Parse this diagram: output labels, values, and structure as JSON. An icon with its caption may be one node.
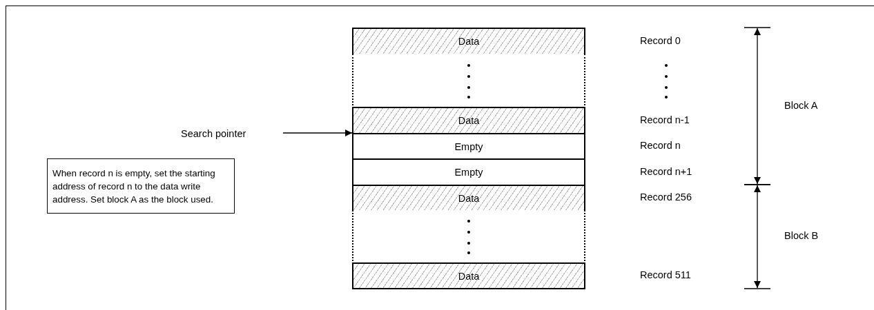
{
  "diagram": {
    "nodes": [
      {
        "text": [
          "Data"
        ]
      },
      {
        "text": [],
        "shape": "box"
      },
      {
        "text": [
          "Data"
        ]
      },
      {
        "text": [
          "Empty"
        ]
      },
      {
        "text": [
          "Empty"
        ]
      },
      {
        "text": [
          "Data"
        ]
      },
      {
        "text": [],
        "shape": "box"
      },
      {
        "text": [
          "Data"
        ]
      },
      {
        "text": [
          "Search pointer"
        ]
      },
      {
        "text": [
          "When record n is empty, set the starting address of record n to the data write address. Set block A as the block used."
        ]
      }
    ],
    "edges": [
      {
        "from": 8,
        "to": 3,
        "arrow": "to"
      }
    ],
    "labels": [
      "Record 0",
      "Record n-1",
      "Record n",
      "Record n+1",
      "Record 256",
      "Record 511",
      "Block A",
      "Block B"
    ]
  }
}
